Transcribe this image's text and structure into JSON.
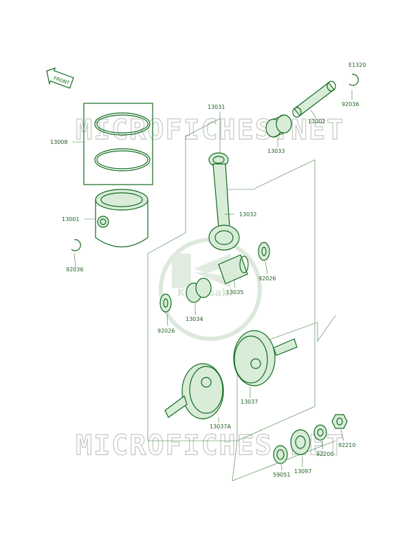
{
  "diagram": {
    "code": "E1320",
    "front_label": "FRONT",
    "watermark_text": "MICROFICHES.NET",
    "logo_text": "Kawasaki",
    "colors": {
      "line": "#0f6a1e",
      "label": "#1f5f1f",
      "fill": "#d8ecd8",
      "watermark": "#c9cfc9"
    },
    "parts": [
      {
        "id": "13008",
        "text": "13008"
      },
      {
        "id": "13001",
        "text": "13001"
      },
      {
        "id": "92036a",
        "text": "92036"
      },
      {
        "id": "13031",
        "text": "13031"
      },
      {
        "id": "13032",
        "text": "13032"
      },
      {
        "id": "13033",
        "text": "13033"
      },
      {
        "id": "13002",
        "text": "13002"
      },
      {
        "id": "92036b",
        "text": "92036"
      },
      {
        "id": "92026a",
        "text": "92026"
      },
      {
        "id": "13035",
        "text": "13035"
      },
      {
        "id": "13034",
        "text": "13034"
      },
      {
        "id": "92026b",
        "text": "92026"
      },
      {
        "id": "13037",
        "text": "13037"
      },
      {
        "id": "13037A",
        "text": "13037A"
      },
      {
        "id": "92210",
        "text": "92210"
      },
      {
        "id": "92200",
        "text": "92200"
      },
      {
        "id": "13097",
        "text": "13097"
      },
      {
        "id": "59051",
        "text": "59051"
      }
    ]
  }
}
